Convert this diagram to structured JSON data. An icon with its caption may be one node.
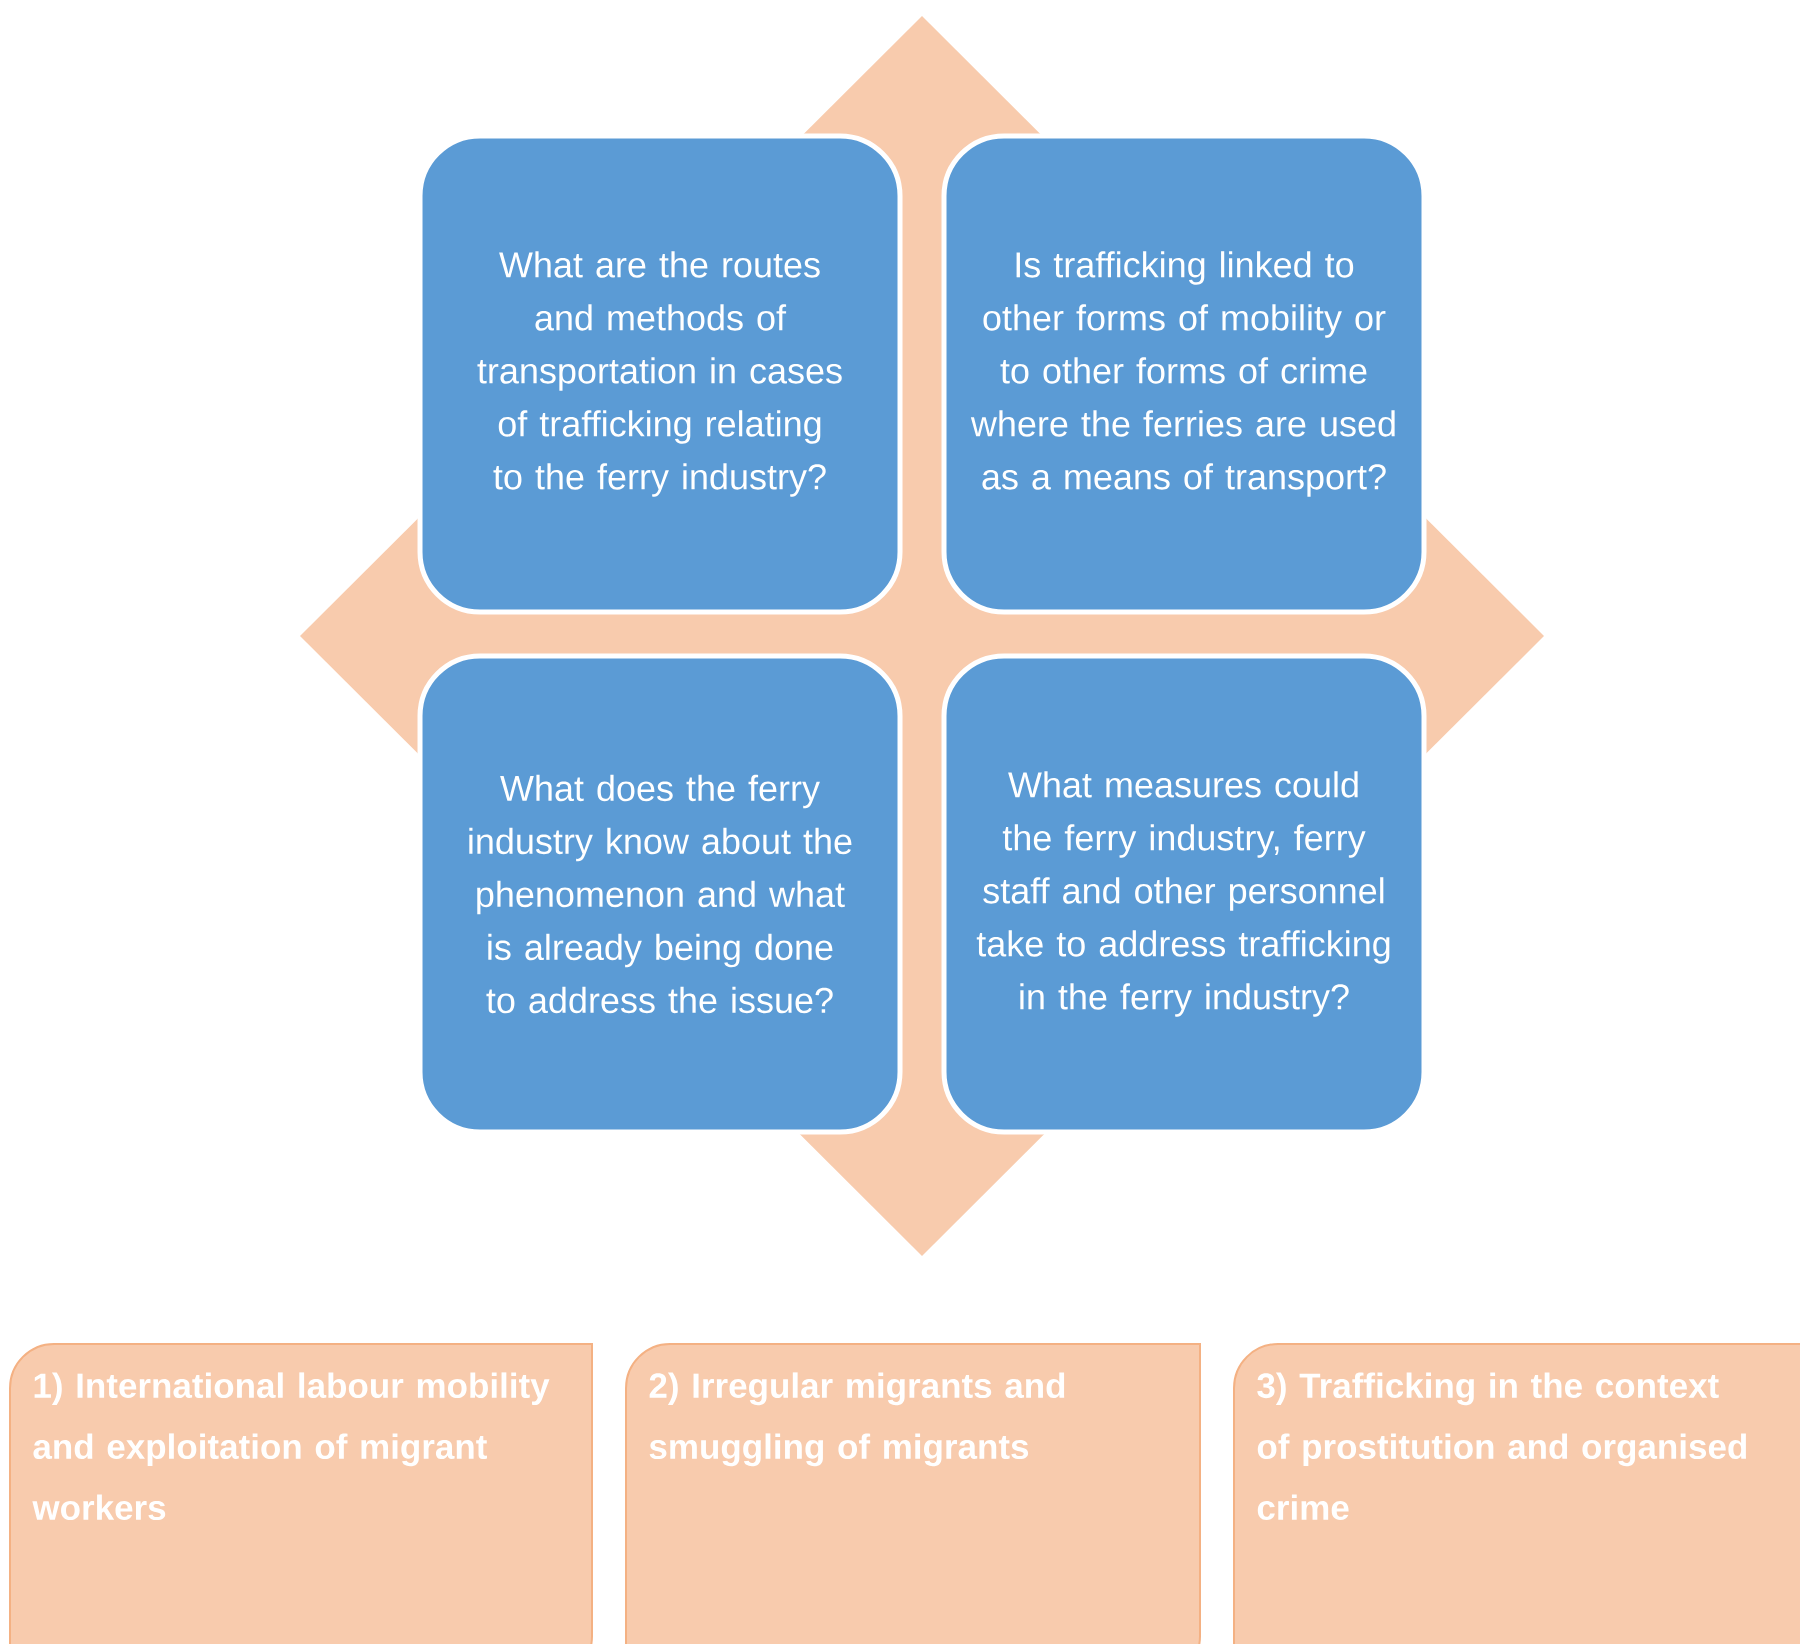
{
  "diagram": {
    "nodes": [
      {
        "text": [
          "What are the routes and methods of transportation in cases of trafficking relating to the ferry industry?"
        ]
      },
      {
        "text": [
          "Is trafficking linked to other forms of mobility or to other forms of crime where the ferries are used as a means of transport?"
        ]
      },
      {
        "text": [
          "What does the ferry industry know about the phenomenon and what is already being done to address the issue?"
        ]
      },
      {
        "text": [
          "What measures could the ferry industry, ferry staff and other personnel take to address trafficking in the ferry industry?"
        ]
      },
      {
        "text": [
          "1) International labour mobility and exploitation of migrant workers"
        ]
      },
      {
        "text": [
          "2) Irregular migrants and smuggling of migrants"
        ]
      },
      {
        "text": [
          "3) Trafficking in the context of prostitution and organised crime"
        ]
      }
    ]
  }
}
